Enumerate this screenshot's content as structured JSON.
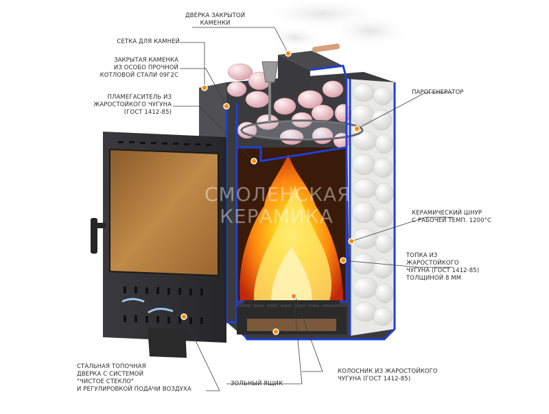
{
  "labels": {
    "door_closed": [
      "ДВЕРКА ЗАКРЫТОЙ",
      "КАМЕНКИ"
    ],
    "stone_grid": [
      "СЕТКА ДЛЯ КАМНЕЙ"
    ],
    "closed_heater": [
      "ЗАКРЫТАЯ КАМЕНКА",
      "ИЗ ОСОБО ПРОЧНОЙ",
      "КОТЛОВОЙ СТАЛИ 09Г2С"
    ],
    "flame_damper": [
      "ПЛАМЕГАСИТЕЛЬ ИЗ",
      "ЖАРОСТОЙКОГО ЧУГУНА",
      "(ГОСТ 1412-85)"
    ],
    "steam_generator": [
      "ПАРОГЕНЕРАТОР"
    ],
    "ceramic_cord": [
      "КЕРАМИЧЕСКИЙ ШНУР",
      "С РАБОЧЕЙ ТЕМП. 1200°С"
    ],
    "firebox": [
      "ТОПКА ИЗ",
      "ЖАРОСТОЙКОГО",
      "ЧУГУНА (ГОСТ 1412-85)",
      "ТОЛЩИНОЙ 8 мм"
    ],
    "fire_door": [
      "СТАЛЬНАЯ ТОПОЧНАЯ",
      "ДВЕРКА С СИСТЕМОЙ",
      "\"ЧИСТОЕ СТЕКЛО\"",
      "И РЕГУЛИРОВКОЙ ПОДАЧИ ВОЗДУХА"
    ],
    "ash_box": [
      "ЗОЛЬНЫЙ ЯЩИК"
    ],
    "grate": [
      "КОЛОСНИК ИЗ ЖАРОСТОЙКОГО",
      "ЧУГУНА (ГОСТ 1412-85)"
    ]
  },
  "watermark": [
    "СМОЛЕНСКАЯ",
    "КЕРАМИКА"
  ],
  "colors": {
    "background": "#ffffff",
    "label_text": "#2b2b2b",
    "leader_line": "#3a3a3a",
    "marker_fill": "#ff8a00",
    "marker_ring": "#ffffff",
    "cutaway_outline": "#1f3fd6",
    "door_steel": "#2e2e30",
    "door_glass": "#b07a3a",
    "fire_core": "#ffd21a",
    "fire_outer": "#e4420a",
    "stones": "#f0c6cc",
    "ceramic_panel": "#ececea"
  }
}
